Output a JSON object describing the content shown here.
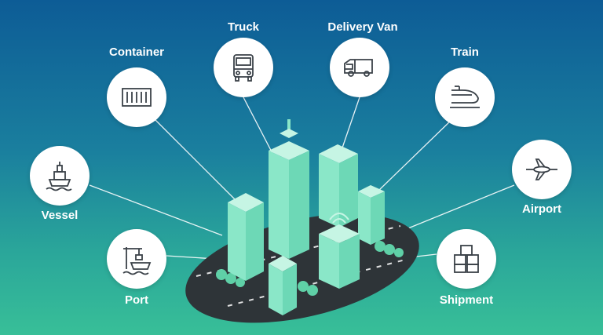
{
  "labels": {
    "truck": "Truck",
    "delivery_van": "Delivery Van",
    "container": "Container",
    "train": "Train",
    "vessel": "Vessel",
    "airport": "Airport",
    "port": "Port",
    "shipment": "Shipment"
  },
  "icons": {
    "truck": "truck-icon",
    "delivery_van": "van-icon",
    "container": "container-icon",
    "train": "train-icon",
    "vessel": "ship-icon",
    "airport": "airplane-icon",
    "port": "port-crane-icon",
    "shipment": "boxes-icon"
  },
  "colors": {
    "background_top": "#0d5c96",
    "background_bottom": "#38bf98",
    "building": "#7ee8c6",
    "road": "#2e3438",
    "line": "#ffffff"
  }
}
